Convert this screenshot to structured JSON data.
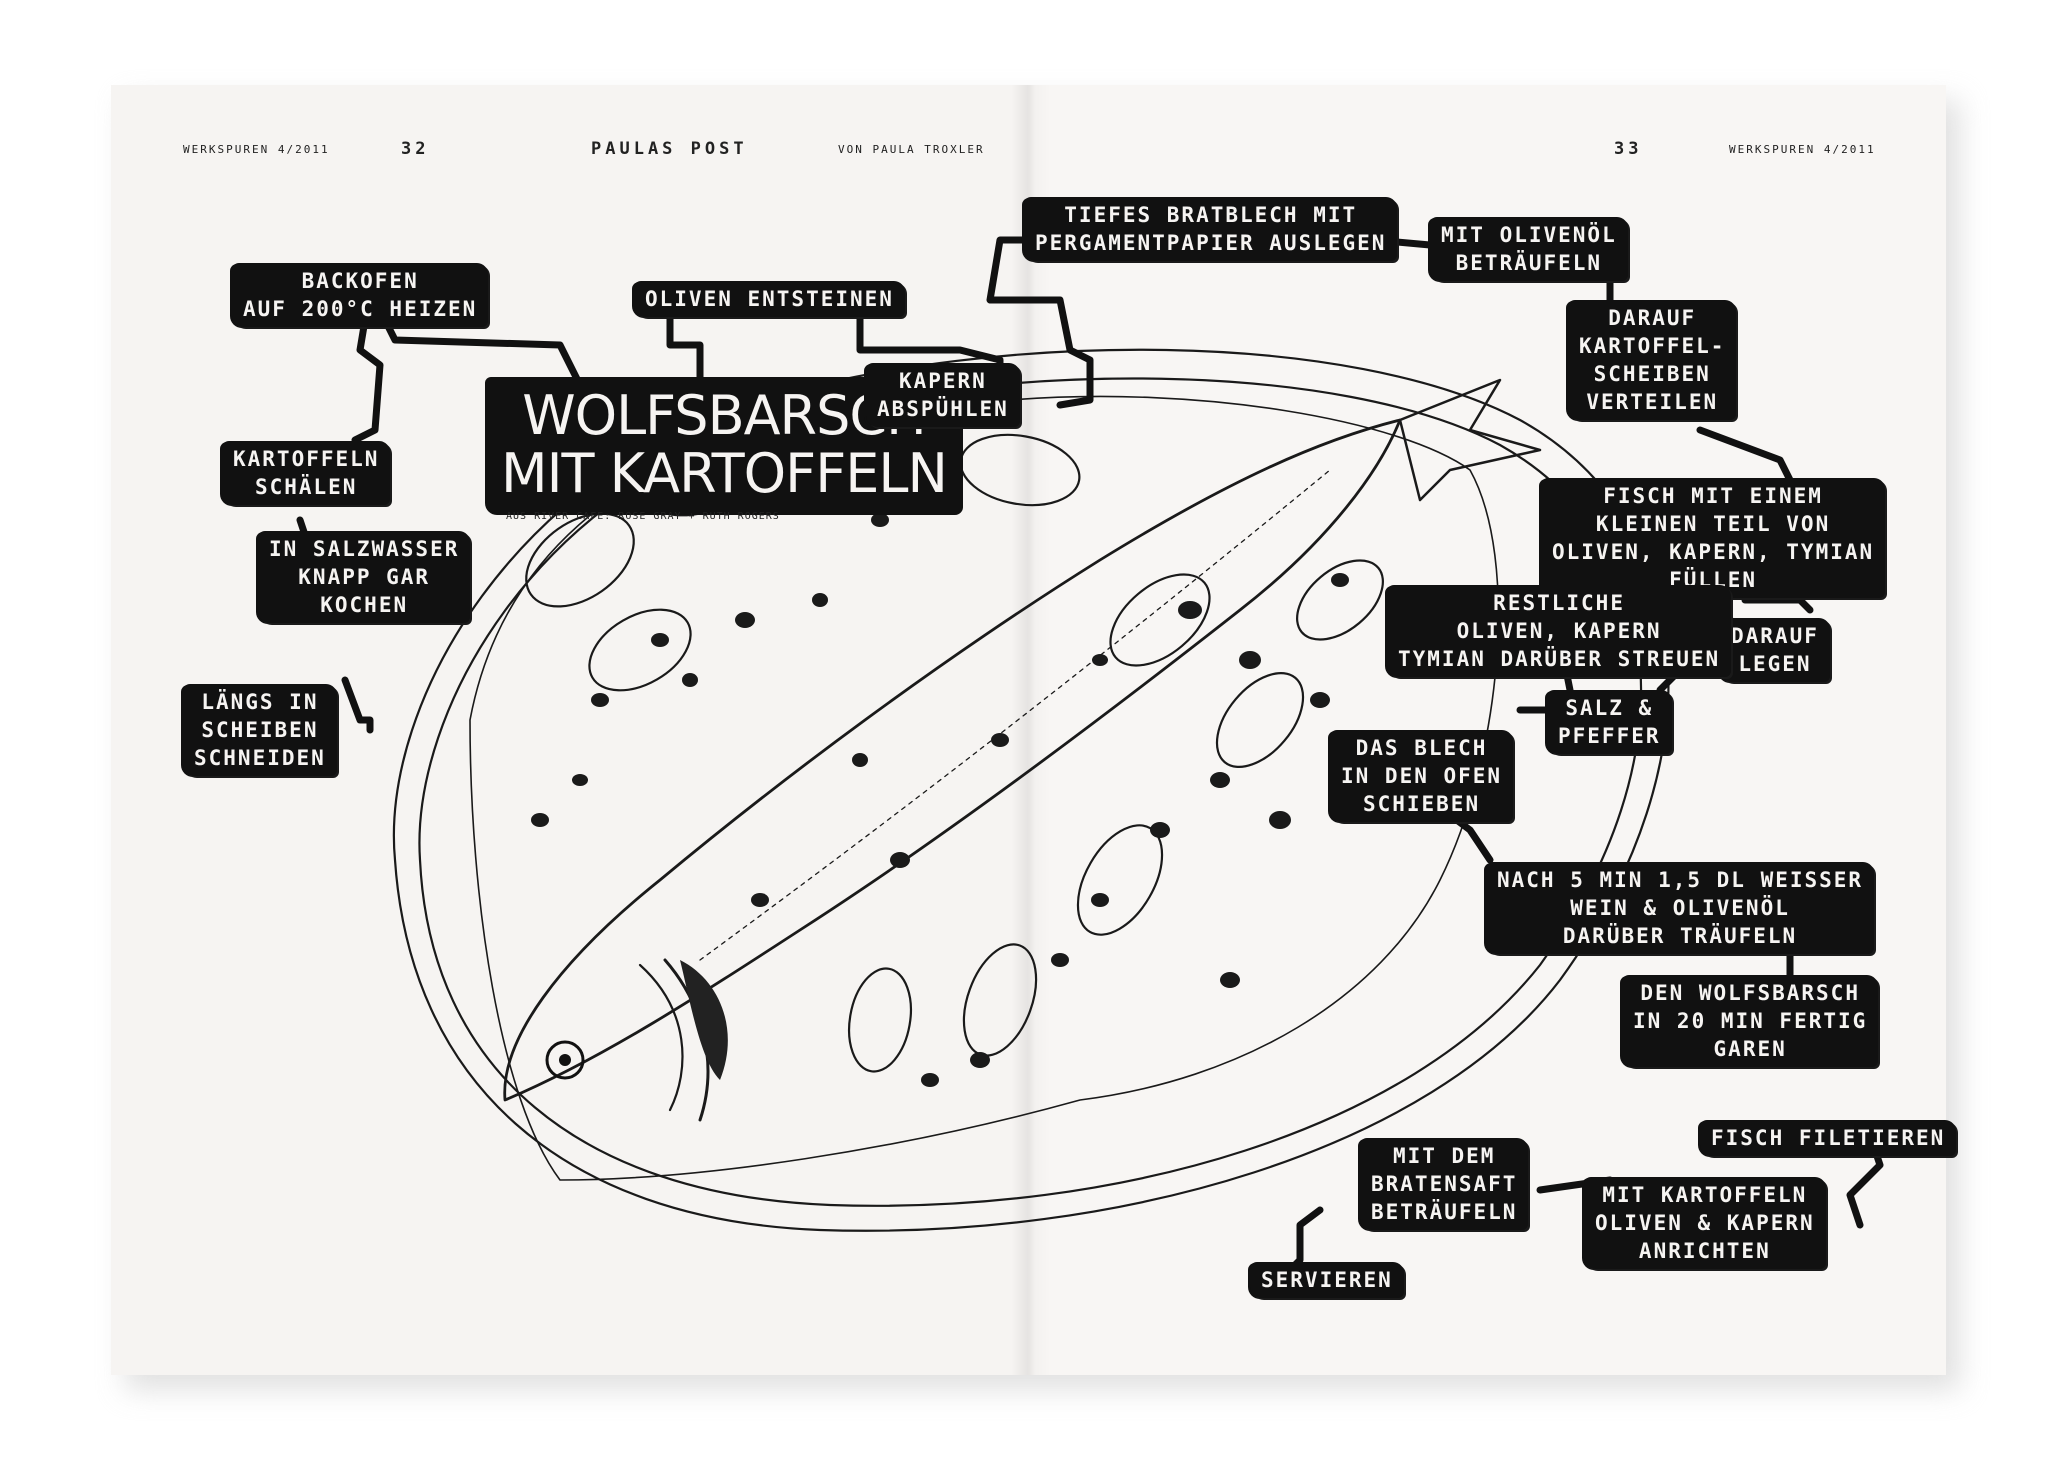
{
  "header": {
    "left_issue": "WERKSPUREN 4/2011",
    "left_page": "32",
    "column_title": "PAULAS POST",
    "author": "VON PAULA TROXLER",
    "right_page": "33",
    "right_issue": "WERKSPUREN 4/2011"
  },
  "recipe": {
    "title": "WOLFSBARSCH\nMIT KARTOFFELN",
    "source": "AUS RIVER CAFE: ROSE GRAY + RUTH ROGERS"
  },
  "steps": {
    "backofen": "BACKOFEN\nAUF 200°C HEIZEN",
    "kartoffeln_schaelen": "KARTOFFELN\nSCHÄLEN",
    "salzwasser": "IN SALZWASSER\nKNAPP GAR\nKOCHEN",
    "scheiben": "LÄNGS IN\nSCHEIBEN\nSCHNEIDEN",
    "oliven_entsteinen": "OLIVEN ENTSTEINEN",
    "kapern": "KAPERN\nABSPÜHLEN",
    "bratblech": "TIEFES BRATBLECH MIT\nPERGAMENTPAPIER AUSLEGEN",
    "olivenoel": "MIT OLIVENÖL\nBETRÄUFELN",
    "darauf_kartoffel": "DARAUF\nKARTOFFEL-\nSCHEIBEN\nVERTEILEN",
    "fisch_fuellen": "FISCH MIT EINEM\nKLEINEN TEIL VON\nOLIVEN, KAPERN, TYMIAN\nFÜLLEN",
    "darauf_legen": "DARAUF\nLEGEN",
    "restliche": "RESTLICHE\nOLIVEN, KAPERN\nTYMIAN DARÜBER STREUEN",
    "salz_pfeffer": "SALZ &\nPFEFFER",
    "blech_ofen": "DAS BLECH\nIN DEN OFEN\nSCHIEBEN",
    "nach_5_min": "NACH 5 MIN 1,5 DL WEISSER\nWEIN & OLIVENÖL\nDARÜBER TRÄUFELN",
    "fertig_garen": "DEN WOLFSBARSCH\nIN 20 MIN FERTIG\nGAREN",
    "filetieren": "FISCH FILETIEREN",
    "anrichten": "MIT KARTOFFELN\nOLIVEN & KAPERN\nANRICHTEN",
    "bratensaft": "MIT DEM\nBRATENSAFT\nBETRÄUFELN",
    "servieren": "SERVIEREN"
  },
  "colors": {
    "ink": "#111111",
    "paper": "#f6f4f2"
  }
}
